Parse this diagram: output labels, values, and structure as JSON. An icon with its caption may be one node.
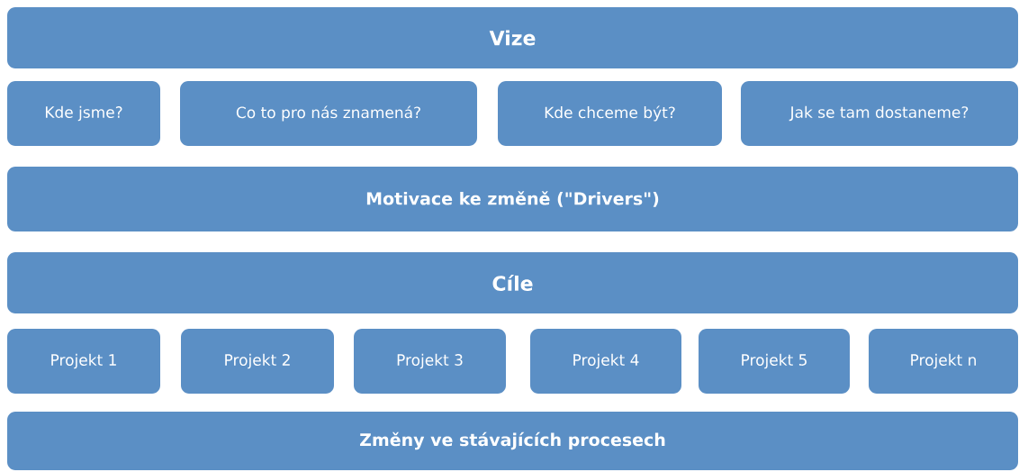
{
  "diagram": {
    "nodes": [
      {
        "text": [
          "Vize"
        ]
      },
      {
        "text": [
          "Kde jsme?"
        ]
      },
      {
        "text": [
          "Co to pro nás znamená?"
        ]
      },
      {
        "text": [
          "Kde chceme být?"
        ]
      },
      {
        "text": [
          "Jak se tam dostaneme?"
        ]
      },
      {
        "text": [
          "Motivace ke změně (\"Drivers\")"
        ]
      },
      {
        "text": [
          "Cíle"
        ]
      },
      {
        "text": [
          "Projekt 1"
        ]
      },
      {
        "text": [
          "Projekt 2"
        ]
      },
      {
        "text": [
          "Projekt 3"
        ]
      },
      {
        "text": [
          "Projekt 4"
        ]
      },
      {
        "text": [
          "Projekt 5"
        ]
      },
      {
        "text": [
          "Projekt n"
        ]
      },
      {
        "text": [
          "Změny ve stávajících procesech"
        ]
      }
    ]
  }
}
